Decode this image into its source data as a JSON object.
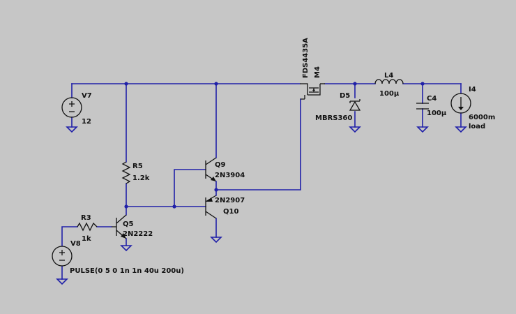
{
  "schematic": {
    "colors": {
      "background": "#c6c6c6",
      "wire": "#2020a8",
      "symbol": "#111111"
    },
    "components": {
      "V7": {
        "name": "V7",
        "value": "12"
      },
      "V8": {
        "name": "V8",
        "value": "PULSE(0 5 0 1n 1n 40u 200u)"
      },
      "R3": {
        "name": "R3",
        "value": "1k"
      },
      "R5": {
        "name": "R5",
        "value": "1.2k"
      },
      "Q5": {
        "name": "Q5",
        "value": "2N2222"
      },
      "Q9": {
        "name": "Q9",
        "value": "2N3904"
      },
      "Q10": {
        "name": "Q10",
        "value": "2N2907"
      },
      "M4": {
        "name": "M4",
        "value": "FDS4435A"
      },
      "D5": {
        "name": "D5",
        "value": "MBRS360"
      },
      "L4": {
        "name": "L4",
        "value": "100μ"
      },
      "C4": {
        "name": "C4",
        "value": "100μ"
      },
      "I4": {
        "name": "I4",
        "value": "6000m",
        "extra": "load"
      }
    }
  }
}
